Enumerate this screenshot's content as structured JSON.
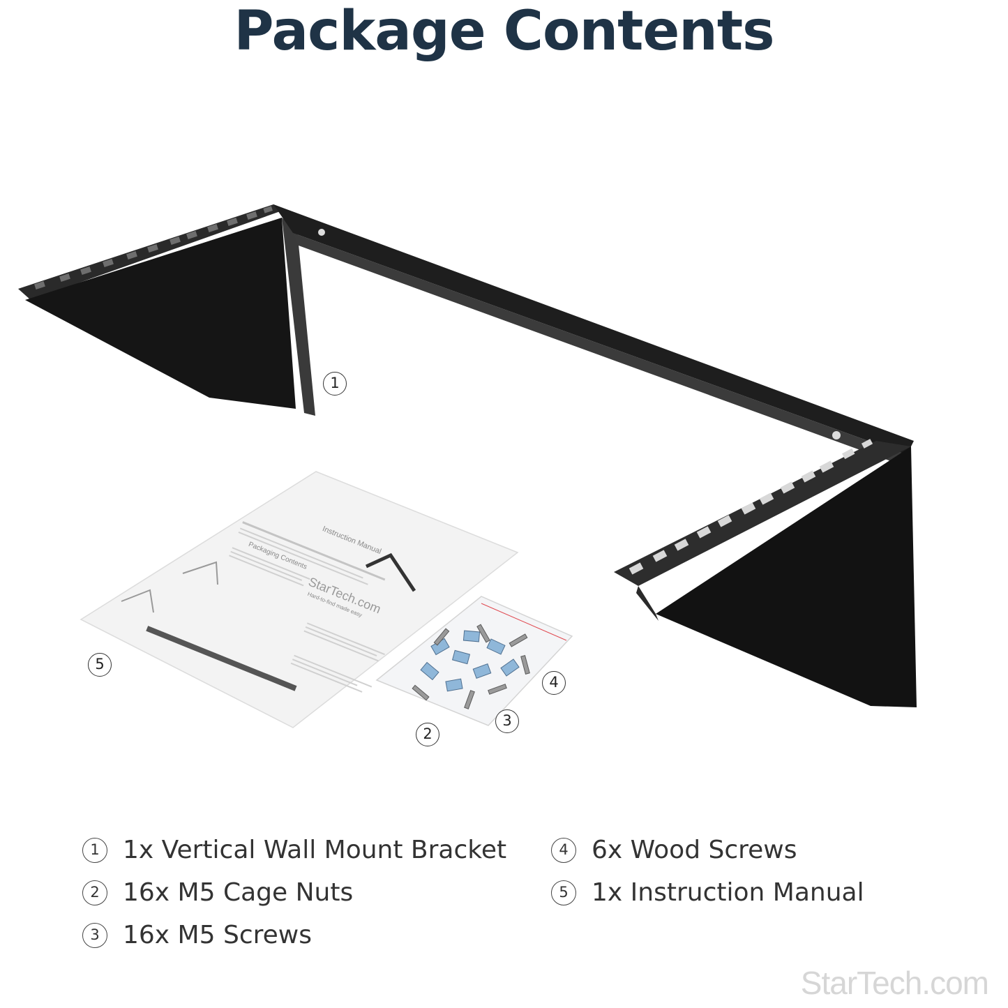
{
  "title": "Package Contents",
  "callouts": {
    "c1": "1",
    "c2": "2",
    "c3": "3",
    "c4": "4",
    "c5": "5"
  },
  "items": [
    {
      "num": "1",
      "text": "1x Vertical Wall Mount Bracket"
    },
    {
      "num": "2",
      "text": "16x M5 Cage Nuts"
    },
    {
      "num": "3",
      "text": "16x M5 Screws"
    },
    {
      "num": "4",
      "text": "6x Wood Screws"
    },
    {
      "num": "5",
      "text": "1x Instruction Manual"
    }
  ],
  "manual": {
    "header": "Instruction Manual",
    "brand": "StarTech.com",
    "tagline": "Hard-to-find made easy",
    "section": "Packaging Contents"
  },
  "watermark": "StarTech.com",
  "colors": {
    "title": "#1f3346",
    "bracket": "#1c1c1c",
    "legend_text": "#333333"
  }
}
